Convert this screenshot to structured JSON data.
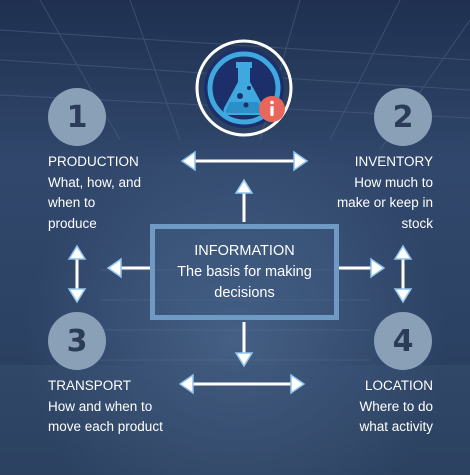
{
  "center": {
    "title": "INFORMATION",
    "line1": "The basis for making",
    "line2": "decisions"
  },
  "nodes": {
    "production": {
      "number": "1",
      "title": "PRODUCTION",
      "lines": [
        "What, how, and",
        "when to",
        "produce"
      ]
    },
    "inventory": {
      "number": "2",
      "title": "INVENTORY",
      "lines": [
        "How much to",
        "make or keep in",
        "stock"
      ]
    },
    "transport": {
      "number": "3",
      "title": "TRANSPORT",
      "lines": [
        "How and when to",
        "move each product"
      ]
    },
    "location": {
      "number": "4",
      "title": "LOCATION",
      "lines": [
        "Where to do",
        "what activity"
      ]
    }
  },
  "logo": {
    "icon": "flask-icon",
    "badge_icon": "info-icon"
  },
  "colors": {
    "background": "#2a3d5e",
    "number_circle": "#8aa0b6",
    "number_text": "#2a3c57",
    "box_border": "#6f9ac4",
    "arrow_fill": "#ffffff",
    "arrow_head": "#8fc4ee",
    "logo_ring": "#ffffff",
    "logo_inner": "#1c2f6a",
    "logo_teal": "#3fa8df",
    "badge": "#e8665b"
  }
}
